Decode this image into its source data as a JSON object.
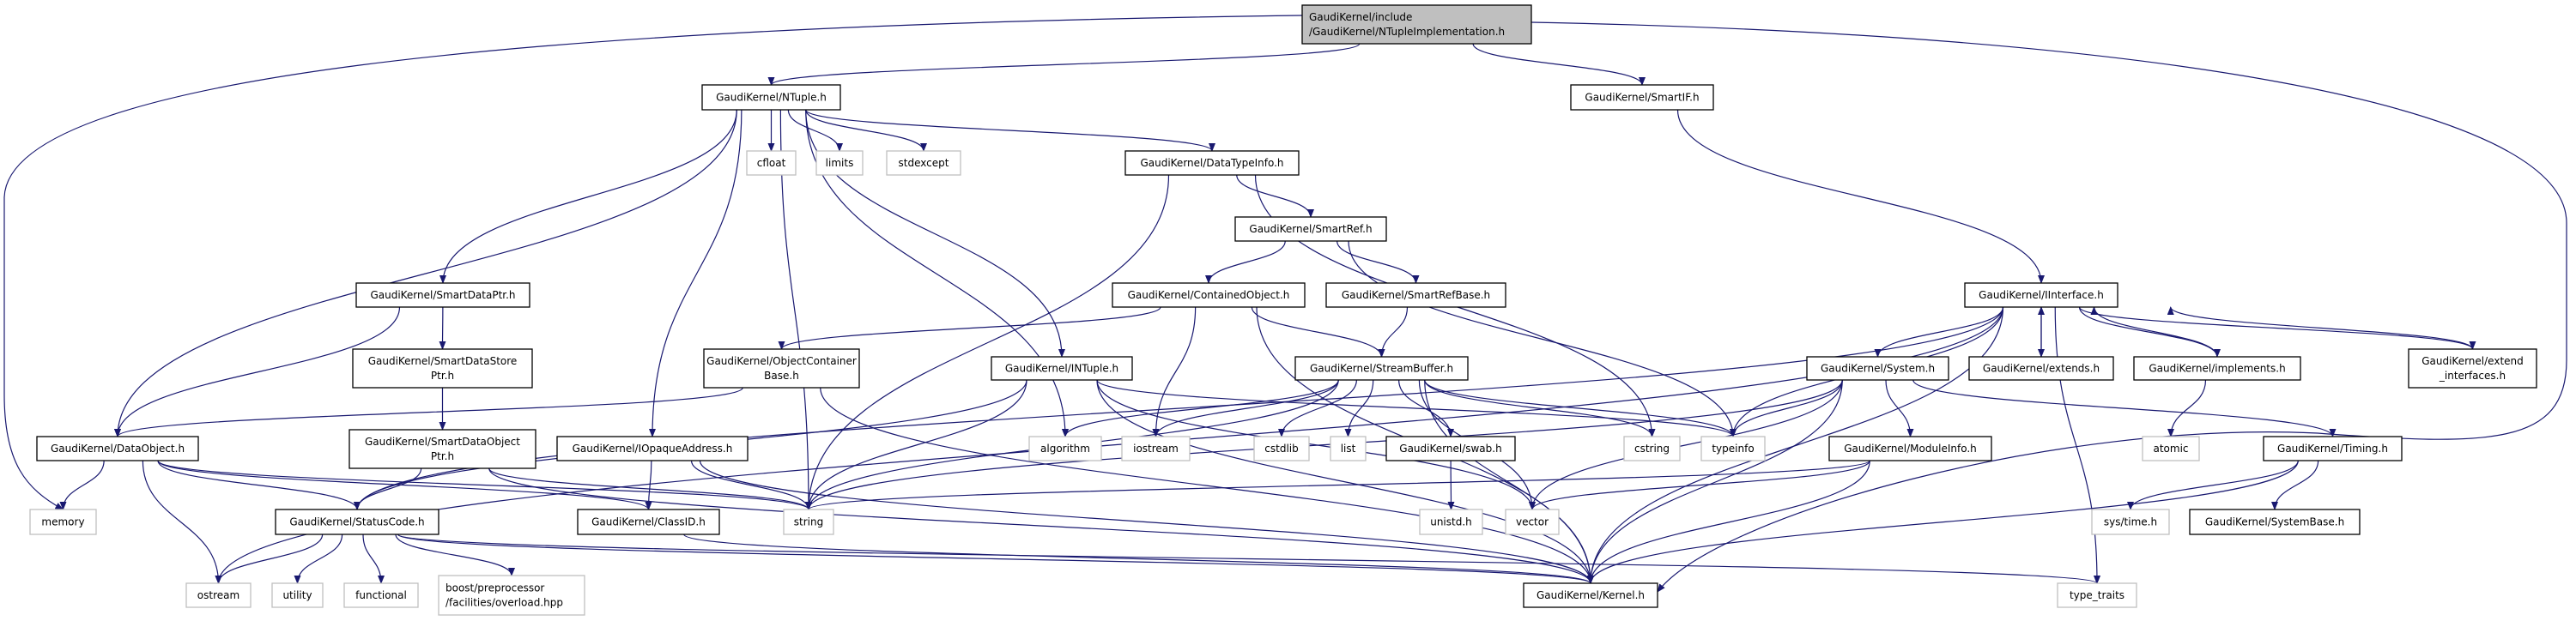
{
  "colors": {
    "edge": "#191970",
    "internal_border": "#000000",
    "external_border": "#bfbfbf",
    "root_fill": "#bfbfbf",
    "node_fill": "#ffffff"
  },
  "nodes": [
    {
      "id": "root",
      "lines": [
        "GaudiKernel/include",
        "/GaudiKernel/NTupleImplementation.h"
      ],
      "kind": "root"
    },
    {
      "id": "ntuple",
      "lines": [
        "GaudiKernel/NTuple.h"
      ],
      "kind": "internal"
    },
    {
      "id": "smartif",
      "lines": [
        "GaudiKernel/SmartIF.h"
      ],
      "kind": "internal"
    },
    {
      "id": "cfloat",
      "lines": [
        "cfloat"
      ],
      "kind": "external"
    },
    {
      "id": "limits",
      "lines": [
        "limits"
      ],
      "kind": "external"
    },
    {
      "id": "stdexcept",
      "lines": [
        "stdexcept"
      ],
      "kind": "external"
    },
    {
      "id": "datatypeinfo",
      "lines": [
        "GaudiKernel/DataTypeInfo.h"
      ],
      "kind": "internal"
    },
    {
      "id": "smartref",
      "lines": [
        "GaudiKernel/SmartRef.h"
      ],
      "kind": "internal"
    },
    {
      "id": "containedobject",
      "lines": [
        "GaudiKernel/ContainedObject.h"
      ],
      "kind": "internal"
    },
    {
      "id": "smartrefbase",
      "lines": [
        "GaudiKernel/SmartRefBase.h"
      ],
      "kind": "internal"
    },
    {
      "id": "smartdataptr",
      "lines": [
        "GaudiKernel/SmartDataPtr.h"
      ],
      "kind": "internal"
    },
    {
      "id": "smartdatastoreptr",
      "lines": [
        "GaudiKernel/SmartDataStore",
        "Ptr.h"
      ],
      "kind": "internal"
    },
    {
      "id": "objectcontainerbase",
      "lines": [
        "GaudiKernel/ObjectContainer",
        "Base.h"
      ],
      "kind": "internal"
    },
    {
      "id": "intuple",
      "lines": [
        "GaudiKernel/INTuple.h"
      ],
      "kind": "internal"
    },
    {
      "id": "streambuffer",
      "lines": [
        "GaudiKernel/StreamBuffer.h"
      ],
      "kind": "internal"
    },
    {
      "id": "iinterface",
      "lines": [
        "GaudiKernel/IInterface.h"
      ],
      "kind": "internal"
    },
    {
      "id": "system",
      "lines": [
        "GaudiKernel/System.h"
      ],
      "kind": "internal"
    },
    {
      "id": "extends",
      "lines": [
        "GaudiKernel/extends.h"
      ],
      "kind": "internal"
    },
    {
      "id": "implements",
      "lines": [
        "GaudiKernel/implements.h"
      ],
      "kind": "internal"
    },
    {
      "id": "extend_interfaces",
      "lines": [
        "GaudiKernel/extend",
        "_interfaces.h"
      ],
      "kind": "internal"
    },
    {
      "id": "dataobject",
      "lines": [
        "GaudiKernel/DataObject.h"
      ],
      "kind": "internal"
    },
    {
      "id": "smartdataobjectptr",
      "lines": [
        "GaudiKernel/SmartDataObject",
        "Ptr.h"
      ],
      "kind": "internal"
    },
    {
      "id": "iopaqueaddress",
      "lines": [
        "GaudiKernel/IOpaqueAddress.h"
      ],
      "kind": "internal"
    },
    {
      "id": "algorithm",
      "lines": [
        "algorithm"
      ],
      "kind": "external"
    },
    {
      "id": "iostream",
      "lines": [
        "iostream"
      ],
      "kind": "external"
    },
    {
      "id": "cstdlib",
      "lines": [
        "cstdlib"
      ],
      "kind": "external"
    },
    {
      "id": "list",
      "lines": [
        "list"
      ],
      "kind": "external"
    },
    {
      "id": "swab",
      "lines": [
        "GaudiKernel/swab.h"
      ],
      "kind": "internal"
    },
    {
      "id": "cstring",
      "lines": [
        "cstring"
      ],
      "kind": "external"
    },
    {
      "id": "typeinfo",
      "lines": [
        "typeinfo"
      ],
      "kind": "external"
    },
    {
      "id": "moduleinfo",
      "lines": [
        "GaudiKernel/ModuleInfo.h"
      ],
      "kind": "internal"
    },
    {
      "id": "atomic",
      "lines": [
        "atomic"
      ],
      "kind": "external"
    },
    {
      "id": "timing",
      "lines": [
        "GaudiKernel/Timing.h"
      ],
      "kind": "internal"
    },
    {
      "id": "memory",
      "lines": [
        "memory"
      ],
      "kind": "external"
    },
    {
      "id": "statuscode",
      "lines": [
        "GaudiKernel/StatusCode.h"
      ],
      "kind": "internal"
    },
    {
      "id": "classid",
      "lines": [
        "GaudiKernel/ClassID.h"
      ],
      "kind": "internal"
    },
    {
      "id": "string",
      "lines": [
        "string"
      ],
      "kind": "external"
    },
    {
      "id": "unistd",
      "lines": [
        "unistd.h"
      ],
      "kind": "external"
    },
    {
      "id": "vector",
      "lines": [
        "vector"
      ],
      "kind": "external"
    },
    {
      "id": "systime",
      "lines": [
        "sys/time.h"
      ],
      "kind": "external"
    },
    {
      "id": "systembase",
      "lines": [
        "GaudiKernel/SystemBase.h"
      ],
      "kind": "internal"
    },
    {
      "id": "ostream",
      "lines": [
        "ostream"
      ],
      "kind": "external"
    },
    {
      "id": "utility",
      "lines": [
        "utility"
      ],
      "kind": "external"
    },
    {
      "id": "functional",
      "lines": [
        "functional"
      ],
      "kind": "external"
    },
    {
      "id": "boost",
      "lines": [
        "boost/preprocessor",
        "/facilities/overload.hpp"
      ],
      "kind": "external"
    },
    {
      "id": "kernel",
      "lines": [
        "GaudiKernel/Kernel.h"
      ],
      "kind": "internal"
    },
    {
      "id": "type_traits",
      "lines": [
        "type_traits"
      ],
      "kind": "external"
    }
  ],
  "edges": [
    [
      "root",
      "ntuple"
    ],
    [
      "root",
      "smartif"
    ],
    [
      "root",
      "memory"
    ],
    [
      "root",
      "kernel"
    ],
    [
      "ntuple",
      "cfloat"
    ],
    [
      "ntuple",
      "limits"
    ],
    [
      "ntuple",
      "stdexcept"
    ],
    [
      "ntuple",
      "datatypeinfo"
    ],
    [
      "ntuple",
      "intuple"
    ],
    [
      "ntuple",
      "smartdataptr"
    ],
    [
      "ntuple",
      "dataobject"
    ],
    [
      "ntuple",
      "iopaqueaddress"
    ],
    [
      "ntuple",
      "string"
    ],
    [
      "ntuple",
      "algorithm"
    ],
    [
      "smartif",
      "iinterface"
    ],
    [
      "datatypeinfo",
      "smartref"
    ],
    [
      "datatypeinfo",
      "string"
    ],
    [
      "datatypeinfo",
      "cstring"
    ],
    [
      "smartref",
      "containedobject"
    ],
    [
      "smartref",
      "smartrefbase"
    ],
    [
      "smartref",
      "typeinfo"
    ],
    [
      "containedobject",
      "objectcontainerbase"
    ],
    [
      "containedobject",
      "streambuffer"
    ],
    [
      "containedobject",
      "iostream"
    ],
    [
      "containedobject",
      "kernel"
    ],
    [
      "smartrefbase",
      "streambuffer"
    ],
    [
      "smartdataptr",
      "smartdatastoreptr"
    ],
    [
      "smartdataptr",
      "dataobject"
    ],
    [
      "smartdatastoreptr",
      "smartdataobjectptr"
    ],
    [
      "smartdataobjectptr",
      "statuscode"
    ],
    [
      "smartdataobjectptr",
      "string"
    ],
    [
      "smartdataobjectptr",
      "kernel"
    ],
    [
      "objectcontainerbase",
      "dataobject"
    ],
    [
      "objectcontainerbase",
      "kernel"
    ],
    [
      "intuple",
      "statuscode"
    ],
    [
      "intuple",
      "string"
    ],
    [
      "intuple",
      "typeinfo"
    ],
    [
      "intuple",
      "vector"
    ],
    [
      "intuple",
      "kernel"
    ],
    [
      "streambuffer",
      "algorithm"
    ],
    [
      "streambuffer",
      "iostream"
    ],
    [
      "streambuffer",
      "cstdlib"
    ],
    [
      "streambuffer",
      "list"
    ],
    [
      "streambuffer",
      "swab"
    ],
    [
      "streambuffer",
      "cstring"
    ],
    [
      "streambuffer",
      "typeinfo"
    ],
    [
      "streambuffer",
      "vector"
    ],
    [
      "streambuffer",
      "string"
    ],
    [
      "streambuffer",
      "kernel"
    ],
    [
      "swab",
      "unistd"
    ],
    [
      "iinterface",
      "system"
    ],
    [
      "iinterface",
      "extends"
    ],
    [
      "iinterface",
      "implements"
    ],
    [
      "iinterface",
      "extend_interfaces"
    ],
    [
      "iinterface",
      "typeinfo"
    ],
    [
      "iinterface",
      "statuscode"
    ],
    [
      "iinterface",
      "ostream"
    ],
    [
      "iinterface",
      "kernel"
    ],
    [
      "iinterface",
      "type_traits"
    ],
    [
      "extends",
      "iinterface"
    ],
    [
      "implements",
      "iinterface"
    ],
    [
      "extend_interfaces",
      "iinterface"
    ],
    [
      "system",
      "typeinfo"
    ],
    [
      "system",
      "moduleinfo"
    ],
    [
      "system",
      "timing"
    ],
    [
      "system",
      "string"
    ],
    [
      "system",
      "vector"
    ],
    [
      "system",
      "kernel"
    ],
    [
      "moduleinfo",
      "string"
    ],
    [
      "moduleinfo",
      "vector"
    ],
    [
      "moduleinfo",
      "kernel"
    ],
    [
      "implements",
      "atomic"
    ],
    [
      "timing",
      "systime"
    ],
    [
      "timing",
      "systembase"
    ],
    [
      "timing",
      "kernel"
    ],
    [
      "dataobject",
      "memory"
    ],
    [
      "dataobject",
      "ostream"
    ],
    [
      "dataobject",
      "statuscode"
    ],
    [
      "dataobject",
      "classid"
    ],
    [
      "dataobject",
      "string"
    ],
    [
      "iopaqueaddress",
      "classid"
    ],
    [
      "iopaqueaddress",
      "string"
    ],
    [
      "iopaqueaddress",
      "kernel"
    ],
    [
      "classid",
      "kernel"
    ],
    [
      "statuscode",
      "ostream"
    ],
    [
      "statuscode",
      "utility"
    ],
    [
      "statuscode",
      "functional"
    ],
    [
      "statuscode",
      "boost"
    ],
    [
      "statuscode",
      "kernel"
    ],
    [
      "statuscode",
      "type_traits"
    ]
  ]
}
